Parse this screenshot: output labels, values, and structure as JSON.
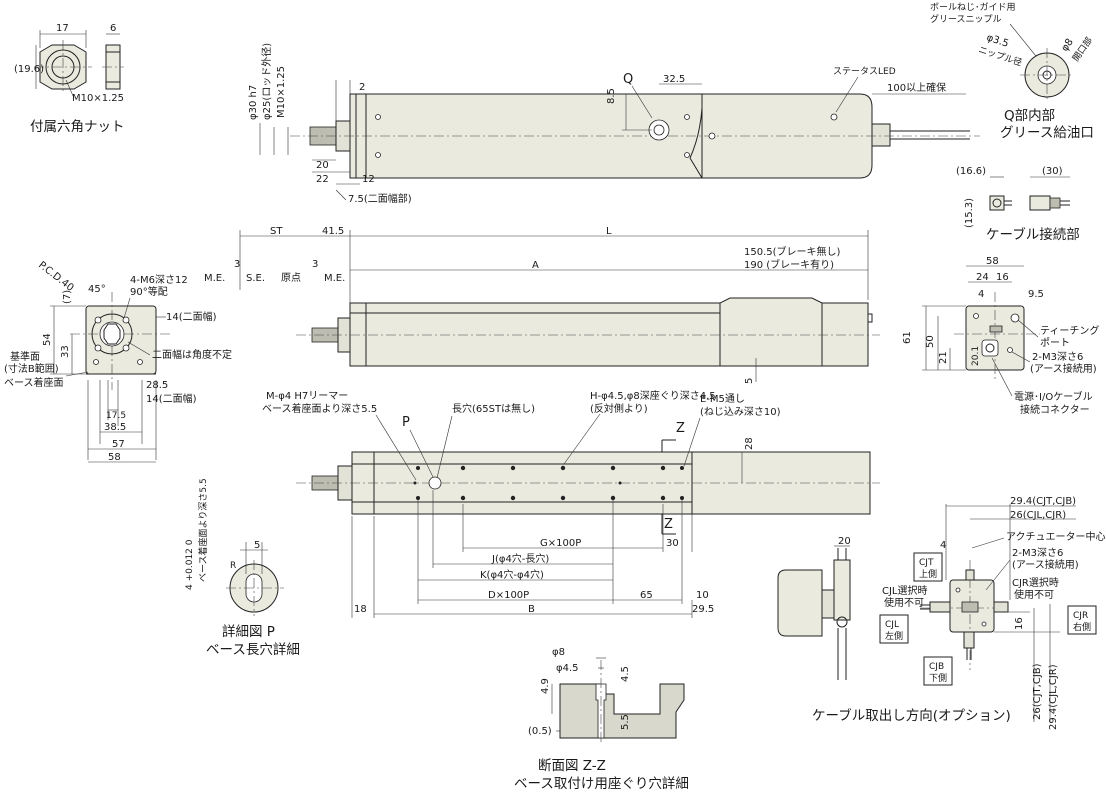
{
  "colors": {
    "body": "#eaeadf",
    "line": "#222222",
    "bg": "#ffffff"
  },
  "nut": {
    "w": "17",
    "t": "6",
    "h": "(19.6)",
    "thread": "M10×1.25",
    "caption": "付属六角ナット"
  },
  "top": {
    "d30": "φ30 h7",
    "d25": "φ25(ロッド外径)",
    "m10": "M10×1.25",
    "n2": "2",
    "n20": "20",
    "n22": "22",
    "n12": "12",
    "n75": "7.5(二面幅部)",
    "q": "Q",
    "n85": "8.5",
    "n325": "32.5",
    "led": "ステータスLED",
    "n100": "100以上確保"
  },
  "q": {
    "title": "ボールねじ･ガイド用",
    "title2": "グリースニップル",
    "d35": "φ3.5",
    "nip": "ニップル径",
    "d8": "φ8",
    "open": "開口部",
    "cap1": "Q部内部",
    "cap2": "グリース給油口"
  },
  "cab": {
    "n166": "(16.6)",
    "n30": "(30)",
    "n153": "(15.3)",
    "cap": "ケーブル接続部"
  },
  "side": {
    "st": "ST",
    "n415": "41.5",
    "l": "L",
    "me1": "M.E.",
    "n3a": "3",
    "se": "S.E.",
    "home": "原点",
    "n3b": "3",
    "me2": "M.E.",
    "a": "A",
    "n1505": "150.5(ブレーキ無し)",
    "n190": "190 (ブレーキ有り)",
    "n5": "5"
  },
  "front": {
    "pcd": "P.C.D.40",
    "a45": "45°",
    "m6": "4-M6深さ12",
    "m6b": "90°等配",
    "n7": "(7)",
    "n14a": "14(二面幅)",
    "n54": "54",
    "n33": "33",
    "flat": "二面幅は角度不定",
    "base1": "基準面",
    "base2": "(寸法B範囲)",
    "seat": "ベース着座面",
    "n285": "28.5",
    "n14b": "14(二面幅)",
    "n175": "17.5",
    "n385": "38.5",
    "n57": "57",
    "n58": "58"
  },
  "right": {
    "n58": "58",
    "n24": "24",
    "n16": "16",
    "n4": "4",
    "n95": "9.5",
    "n61": "61",
    "n50": "50",
    "n21": "21",
    "n201": "20.1",
    "teach1": "ティーチング",
    "teach2": "ポート",
    "m3a": "2-M3深さ6",
    "m3b": "(アース接続用)",
    "pw1": "電源･I/Oケーブル",
    "pw2": "接続コネクター"
  },
  "bottom": {
    "m4a": "M-φ4 H7リーマー",
    "m4b": "ベース着座面より深さ5.5",
    "p": "P",
    "slot": "長穴(65STは無し)",
    "h45a": "H-φ4.5,φ8深座ぐり深さ4.5",
    "h45b": "(反対側より)",
    "z1": "Z",
    "e5a": "E-M5通し",
    "e5b": "(ねじ込み深さ10)",
    "n28": "28",
    "z2": "Z",
    "g": "G×100P",
    "n30": "30",
    "j": "J(φ4穴-長穴)",
    "k": "K(φ4穴-φ4穴)",
    "d": "D×100P",
    "n65": "65",
    "n10": "10",
    "n18": "18",
    "b": "B",
    "n295": "29.5"
  },
  "detp": {
    "n5": "5",
    "r": "R",
    "tol": "4 +0.012 0",
    "seat": "ベース着座面より深さ5.5",
    "cap1": "詳細図 P",
    "cap2": "ベース長穴詳細"
  },
  "zz": {
    "d8": "φ8",
    "d45": "φ4.5",
    "n49": "4.9",
    "n45": "4.5",
    "n55": "5.5",
    "n05": "(0.5)",
    "cap1": "断面図 Z-Z",
    "cap2": "ベース取付け用座ぐり穴詳細"
  },
  "opt": {
    "n20": "20",
    "n294a": "29.4(CJT,CJB)",
    "n26a": "26(CJL,CJR)",
    "n4": "4",
    "center": "アクチュエーター中心",
    "m3a": "2-M3深さ6",
    "m3b": "(アース接続用)",
    "cjt": "CJT",
    "cjt2": "上側",
    "cjl1": "CJL選択時",
    "cjl2": "使用不可",
    "cjr1": "CJR選択時",
    "cjr2": "使用不可",
    "cjl": "CJL",
    "cjl3": "左側",
    "cjr": "CJR",
    "cjr3": "右側",
    "cjb": "CJB",
    "cjb2": "下側",
    "n16": "16",
    "n26b": "26(CJT,CJB)",
    "n294b": "29.4(CJL,CJR)",
    "cap": "ケーブル取出し方向(オプション)"
  }
}
